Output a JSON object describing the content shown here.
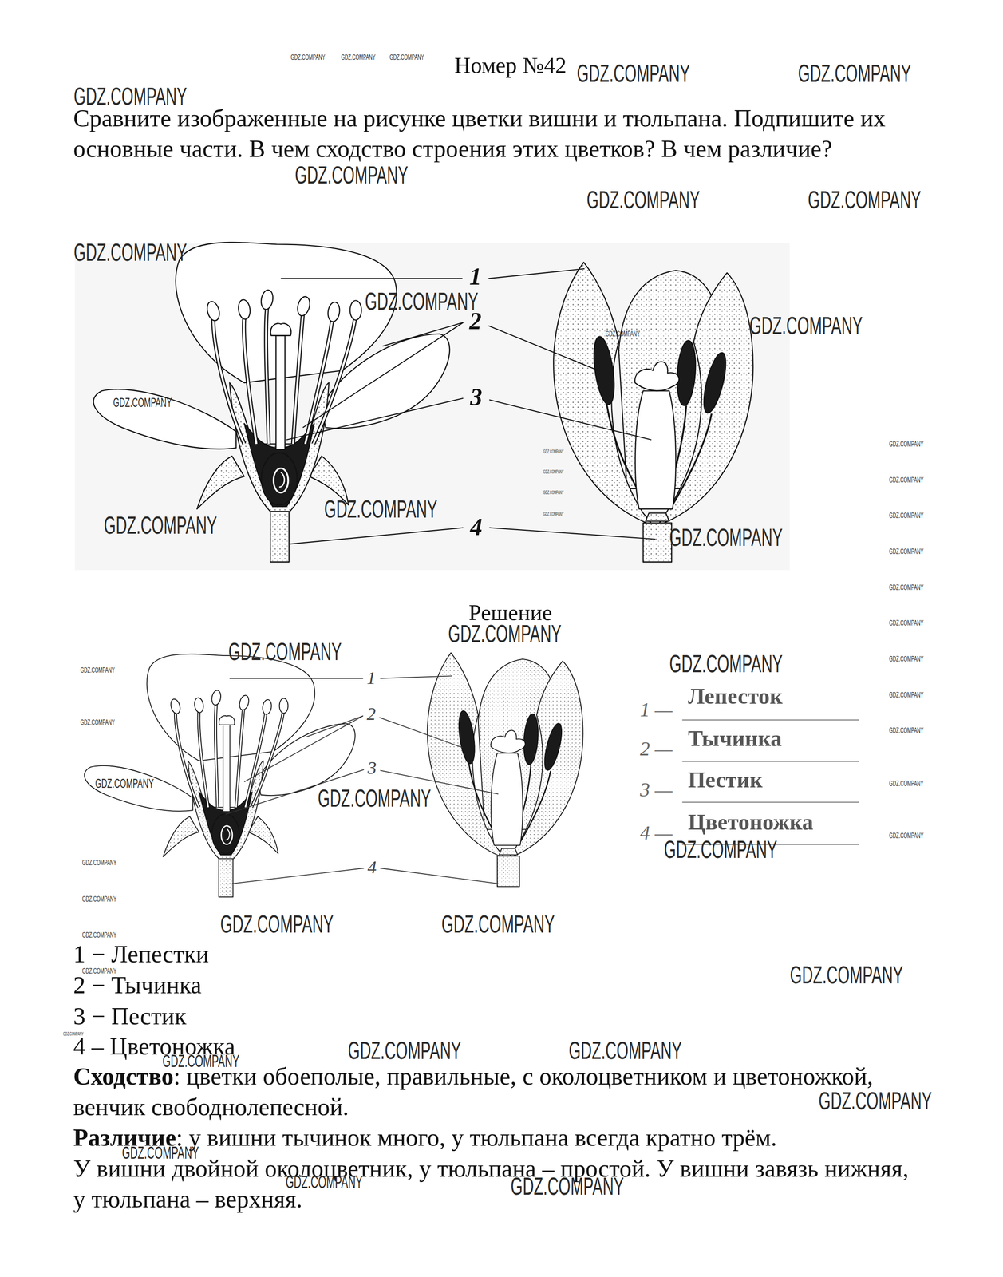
{
  "diagram": {
    "title": "Номер №42",
    "labels": [
      "Сравните изображенные на рисунке цветки вишни и тюльпана. Подпишите их основные части. В чем сходство строения этих цветков? В чем различие?",
      "1",
      "2",
      "3",
      "4",
      "Решение",
      "1",
      "2",
      "3",
      "4",
      "1 —",
      "Лепесток",
      "2 —",
      "Тычинка",
      "3 —",
      "Пестик",
      "4 —",
      "Цветоножка",
      "1 − Лепестки",
      "2 − Тычинка",
      "3 − Пестик",
      "4 – Цветоножка",
      "Сходство",
      ": цветки обоеполые, правильные, с околоцветником и цветоножкой, венчик свободнолепесной.",
      "Различие",
      ": у вишни тычинок много, у тюльпана всегда кратно трём.",
      "У вишни двойной околоцветник, у тюльпана – простой. У вишни завязь нижняя, у тюльпана – верхняя.",
      "GDZ.COMPANY",
      "GDZ.COMPANY",
      "GDZ.COMPANY",
      "GDZ.COMPANY",
      "GDZ.COMPANY",
      "GDZ.COMPANY",
      "GDZ.COMPANY",
      "GDZ.COMPANY",
      "GDZ.COMPANY",
      "GDZ.COMPANY",
      "GDZ.COMPANY",
      "GDZ.COMPANY",
      "GDZ.COMPANY",
      "GDZ.COMPANY",
      "GDZ.COMPANY",
      "GDZ.COMPANY",
      "GDZ.COMPANY",
      "GDZ.COMPANY",
      "GDZ.COMPANY",
      "GDZ.COMPANY",
      "GDZ.COMPANY",
      "GDZ.COMPANY",
      "GDZ.COMPANY",
      "GDZ.COMPANY",
      "GDZ.COMPANY",
      "GDZ.COMPANY",
      "GDZ.COMPANY",
      "GDZ.COMPANY",
      "GDZ.COMPANY",
      "GDZ.COMPANY",
      "GDZ.COMPANY",
      "GDZ.COMPANY",
      "GDZ.COMPANY",
      "GDZ.COMPANY",
      "GDZ.COMPANY",
      "GDZ.COMPANY",
      "GDZ.COMPANY",
      "GDZ.COMPANY",
      "GDZ.COMPANY",
      "GDZ.COMPANY",
      "GDZ.COMPANY",
      "GDZ.COMPANY",
      "GDZ.COMPANY",
      "GDZ.COMPANY",
      "GDZ.COMPANY",
      "GDZ.COMPANY",
      "GDZ.COMPANY",
      "GDZ.COMPANY",
      "GDZ.COMPANY",
      "GDZ.COMPANY",
      "GDZ.COMPANY",
      "GDZ.COMPANY",
      "GDZ.COMPANY",
      "GDZ.COMPANY",
      "GDZ.COMPANY"
    ]
  }
}
